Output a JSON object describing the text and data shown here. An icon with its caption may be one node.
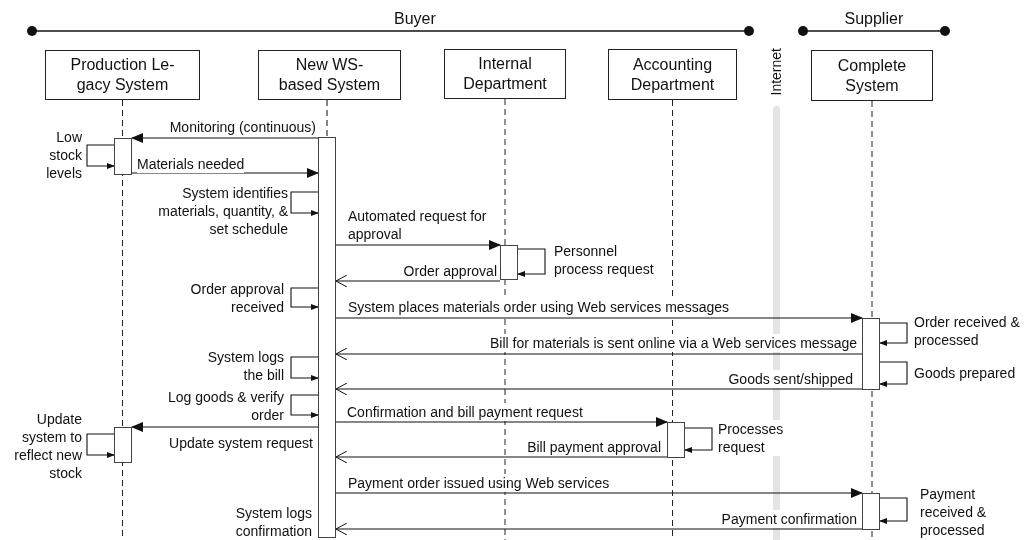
{
  "diagram": {
    "nodes": [
      {
        "text": [
          "Production Le- gacy System"
        ]
      },
      {
        "text": [
          "New WS- based System"
        ]
      },
      {
        "text": [
          "Internal Department"
        ]
      },
      {
        "text": [
          "Accounting Department"
        ]
      },
      {
        "text": [
          "Complete System"
        ]
      },
      {
        "text": [],
        "shape": "bar"
      },
      {
        "text": [],
        "shape": "bar",
        "beside": [
          "System logs confirmation"
        ]
      },
      {
        "text": [],
        "shape": "bar"
      },
      {
        "text": [],
        "shape": "bar"
      },
      {
        "text": [],
        "shape": "bar"
      },
      {
        "text": [],
        "shape": "bar"
      },
      {
        "text": [],
        "shape": "bar"
      }
    ],
    "edges": [
      {
        "from": 6,
        "to": 5,
        "arrow": "to",
        "label": "Monitoring (continuous)"
      },
      {
        "from": 5,
        "to": 5,
        "arrow": "to",
        "label": "Low stock levels"
      },
      {
        "from": 5,
        "to": 6,
        "arrow": "to",
        "label": "Materials needed"
      },
      {
        "from": 6,
        "to": 6,
        "arrow": "to",
        "label": "System identifies materials, quantity, & set schedule"
      },
      {
        "from": 6,
        "to": 7,
        "arrow": "to",
        "label": "Automated request for approval"
      },
      {
        "from": 7,
        "to": 7,
        "arrow": "to",
        "label": "Personnel process request"
      },
      {
        "from": 7,
        "to": 6,
        "arrow": "to",
        "label": "Order approval"
      },
      {
        "from": 6,
        "to": 6,
        "arrow": "to",
        "label": "Order approval received"
      },
      {
        "from": 6,
        "to": 8,
        "arrow": "to",
        "label": "System places materials order using Web services messages"
      },
      {
        "from": 8,
        "to": 8,
        "arrow": "to",
        "label": "Order received & processed"
      },
      {
        "from": 8,
        "to": 6,
        "arrow": "to",
        "label": "Bill for materials is sent online via a Web services message"
      },
      {
        "from": 6,
        "to": 6,
        "arrow": "to",
        "label": "System logs the bill"
      },
      {
        "from": 8,
        "to": 8,
        "arrow": "to",
        "label": "Goods prepared"
      },
      {
        "from": 8,
        "to": 6,
        "arrow": "to",
        "label": "Goods sent/shipped"
      },
      {
        "from": 6,
        "to": 6,
        "arrow": "to",
        "label": "Log goods & verify order"
      },
      {
        "from": 6,
        "to": 10,
        "arrow": "to",
        "label": "Update system request"
      },
      {
        "from": 6,
        "to": 9,
        "arrow": "to",
        "label": "Confirmation and bill payment request"
      },
      {
        "from": 10,
        "to": 10,
        "arrow": "to",
        "label": "Update system to reflect new stock"
      },
      {
        "from": 9,
        "to": 9,
        "arrow": "to",
        "label": "Processes request"
      },
      {
        "from": 9,
        "to": 6,
        "arrow": "to",
        "label": "Bill payment approval"
      },
      {
        "from": 6,
        "to": 11,
        "arrow": "to",
        "label": "Payment order issued using Web services"
      },
      {
        "from": 11,
        "to": 11,
        "arrow": "to",
        "label": "Payment received & processed"
      },
      {
        "from": 11,
        "to": 6,
        "arrow": "to",
        "label": "Payment confirmation"
      },
      {
        "from": 1,
        "to": 6,
        "arrow": "none",
        "style": "dashed"
      }
    ],
    "labels": [
      "Buyer",
      "Supplier",
      "Internet"
    ]
  }
}
